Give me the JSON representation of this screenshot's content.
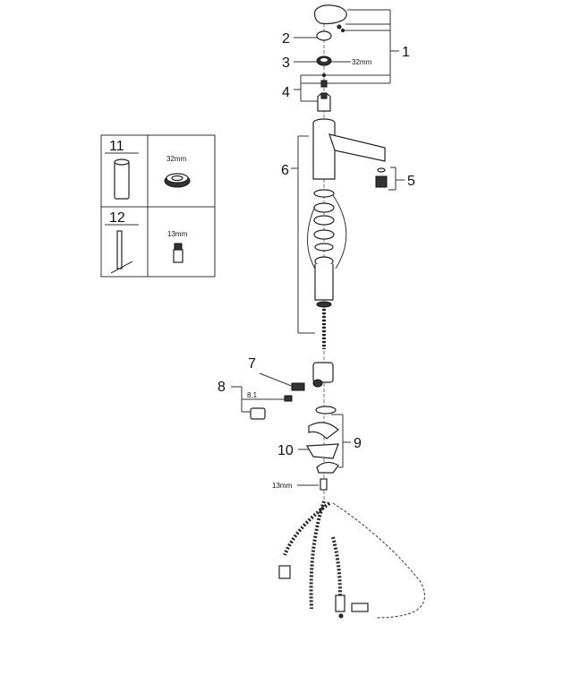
{
  "diagram": {
    "callouts": [
      "1",
      "2",
      "3",
      "4",
      "5",
      "6",
      "7",
      "8",
      "8.1",
      "9",
      "10"
    ],
    "dimensions": {
      "nut_size": "32mm",
      "valve_size": "13mm"
    },
    "inset": {
      "tool_11": {
        "number": "11",
        "size": "32mm"
      },
      "tool_12": {
        "number": "12",
        "size": "13mm"
      }
    }
  }
}
